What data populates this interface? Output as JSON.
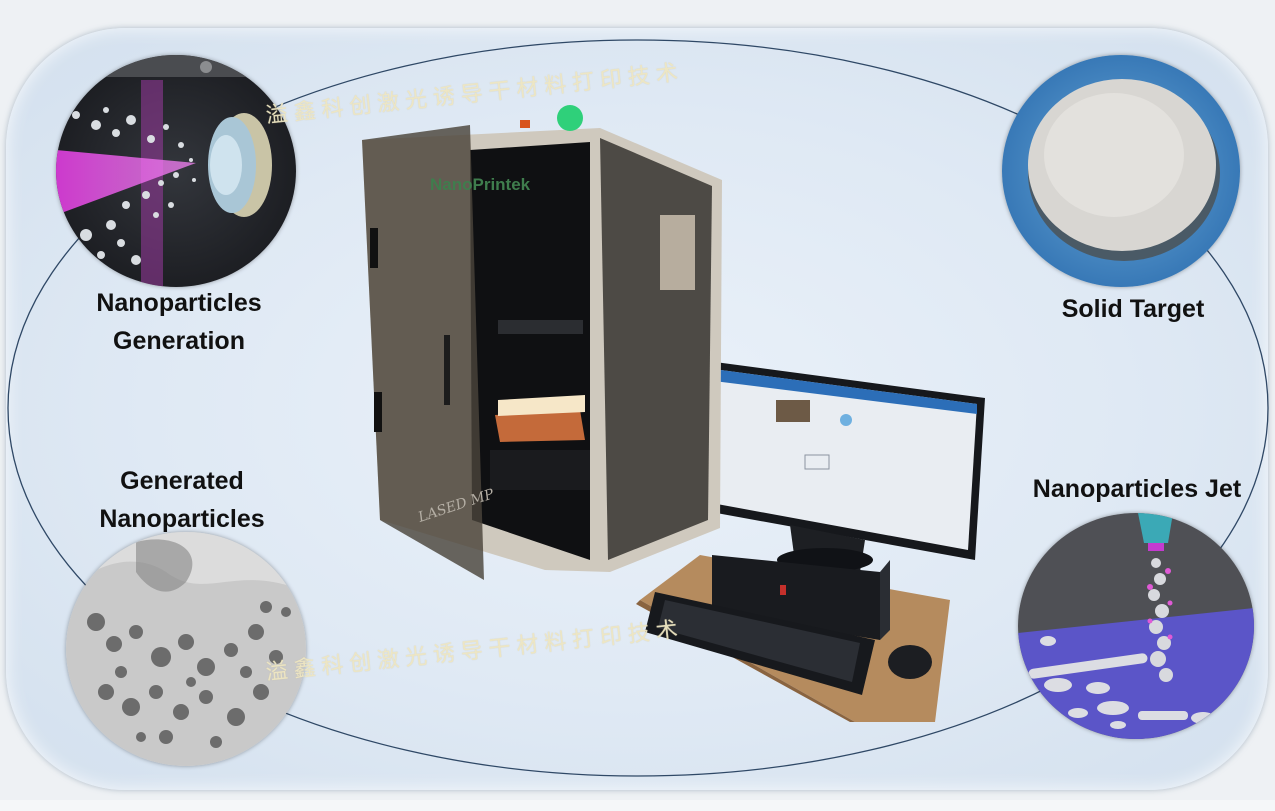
{
  "labels": {
    "generation": [
      "Nanoparticles",
      "Generation"
    ],
    "generated": [
      "Generated",
      "Nanoparticles"
    ],
    "solid_target": "Solid Target",
    "jet": "Nanoparticles Jet"
  },
  "printer_brand": "NanoPrintek",
  "printer_model": "LASED MP",
  "watermark": "溢鑫科创激光诱导干材料打印技术",
  "colors": {
    "frame_bg": "#dfe9f4",
    "orbit": "#2f4866",
    "laser": "#d63bd6",
    "jet_surface": "#5b55c8"
  }
}
